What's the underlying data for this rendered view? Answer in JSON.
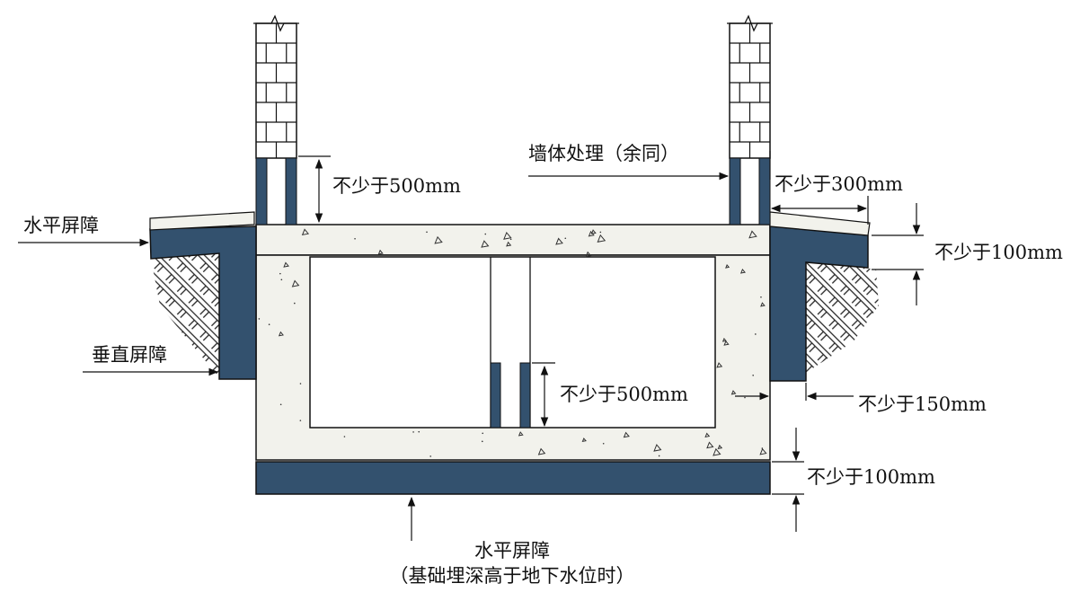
{
  "labels": {
    "wall_treatment": "墙体处理（余同）",
    "wall_dim_left": "不少于500mm",
    "wall_dim_right": "不少于300mm",
    "horizontal_barrier_left": "水平屏障",
    "thickness_right": "不少于100mm",
    "vertical_barrier": "垂直屏障",
    "inner_dim": "不少于500mm",
    "side_dim": "不少于150mm",
    "bottom_dim": "不少于100mm",
    "bottom_barrier": "水平屏障",
    "bottom_note": "（基础埋深高于地下水位时）"
  },
  "colors": {
    "barrier": "#33516e",
    "concrete": "#f2f2ec",
    "line": "#111111",
    "brick": "#ffffff"
  }
}
